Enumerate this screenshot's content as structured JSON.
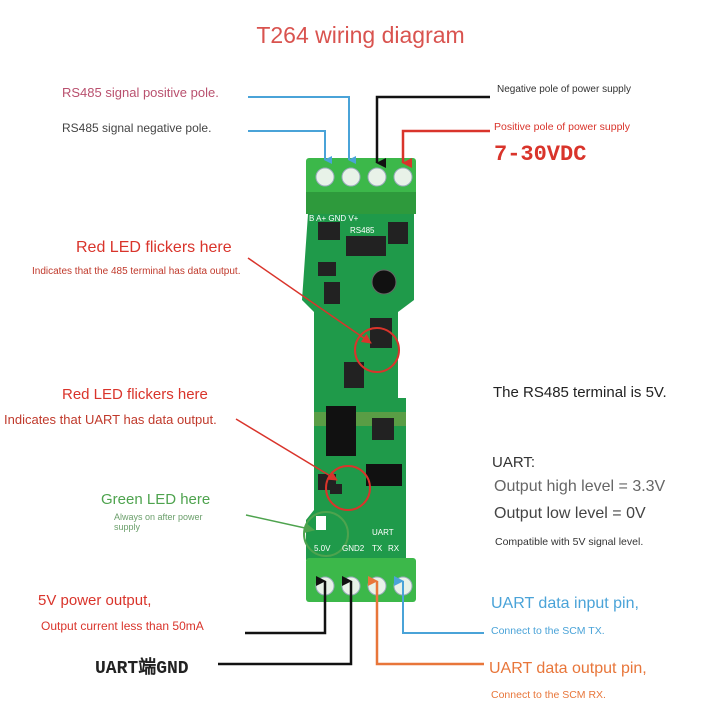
{
  "title": "T264 wiring diagram",
  "top_left": {
    "rs485_positive": "RS485 signal positive pole.",
    "rs485_negative": "RS485 signal negative pole."
  },
  "top_right": {
    "power_negative": "Negative pole of power supply",
    "power_positive": "Positive pole of power supply",
    "voltage": "7-30VDC"
  },
  "board": {
    "top_labels": "B  A+ GND V+",
    "rs485_chip": "RS485",
    "bottom_labels": {
      "v5": "5.0V",
      "gnd": "GND2",
      "tx": "TX",
      "rx": "RX",
      "uart": "UART"
    }
  },
  "led_red_485": {
    "heading": "Red LED flickers here",
    "note": "Indicates that the 485 terminal has data output."
  },
  "led_red_uart": {
    "heading": "Red LED flickers here",
    "note": "Indicates that UART has data output."
  },
  "led_green": {
    "heading": "Green LED here",
    "note_line1": "Always on after power",
    "note_line2": "supply"
  },
  "right_info": {
    "rs485_level": "The RS485 terminal is 5V.",
    "uart_heading": "UART:",
    "high_level": "Output high level = 3.3V",
    "low_level": "Output low level = 0V",
    "compatible": "Compatible with 5V signal level."
  },
  "bottom_left": {
    "power_output": "5V power output,",
    "current_note": "Output current less than 50mA",
    "uart_gnd": "UART端GND"
  },
  "bottom_right": {
    "input_pin": "UART data input pin,",
    "input_note": "Connect to the SCM TX.",
    "output_pin": "UART data output pin,",
    "output_note": "Connect to the SCM RX."
  },
  "colors": {
    "board_green": "#1f9a4a",
    "terminal_green": "#3cb84a",
    "arrow_blue": "#4aa3d8",
    "arrow_red": "#d9342b",
    "arrow_black": "#111111",
    "arrow_orange": "#e8763a",
    "arrow_green": "#4ea34e"
  }
}
